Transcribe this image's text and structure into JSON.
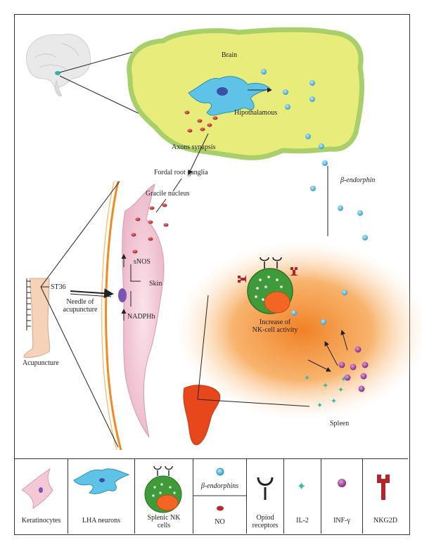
{
  "labels": {
    "brain": "Brain",
    "hypothalamus": "Hipothalamous",
    "axons_synapsis": "Axons synapsis",
    "dorsal_root_ganglia": "Fordal root ganglia",
    "gracile_nucleus": "Gracile nucleus",
    "beta_endorphin": "β-endorphin",
    "snos": "sNOS",
    "skin": "Skin",
    "nadph": "NADPHh",
    "st36": "ST36",
    "needle_line1": "Needle of",
    "needle_line2": "acupuncture",
    "acupuncture": "Acupuncture",
    "nk_line1": "Increase of",
    "nk_line2": "NK-cell activity",
    "spleen": "Spleen"
  },
  "legend": {
    "keratinocytes": "Keratinocytes",
    "lha_neurons": "LHA neurons",
    "splenic_nk_line1": "Splenic NK",
    "splenic_nk_line2": "cells",
    "beta_endorphins": "β-endorphins",
    "no": "NO",
    "opioid_line1": "Opiod",
    "opioid_line2": "receptors",
    "il2": "IL-2",
    "infg": "INF-γ",
    "nkg2d": "NKG2D"
  },
  "colors": {
    "brain_fill": "#e8ec7a",
    "brain_border": "#a8cf6a",
    "neuron": "#5fc3e8",
    "endorphin": "#4fb3d9",
    "no_particle": "#c0272d",
    "skin_cell": "#f3c9d6",
    "spleen_glow": "#f28c28",
    "spleen_organ": "#e8471c",
    "nk_cell": "#3f9a3a",
    "nk_nucleus": "#f26522",
    "il2": "#3bb7a6",
    "infg": "#a34a9c",
    "nkg2d": "#b2252a",
    "receptor": "#222222"
  }
}
